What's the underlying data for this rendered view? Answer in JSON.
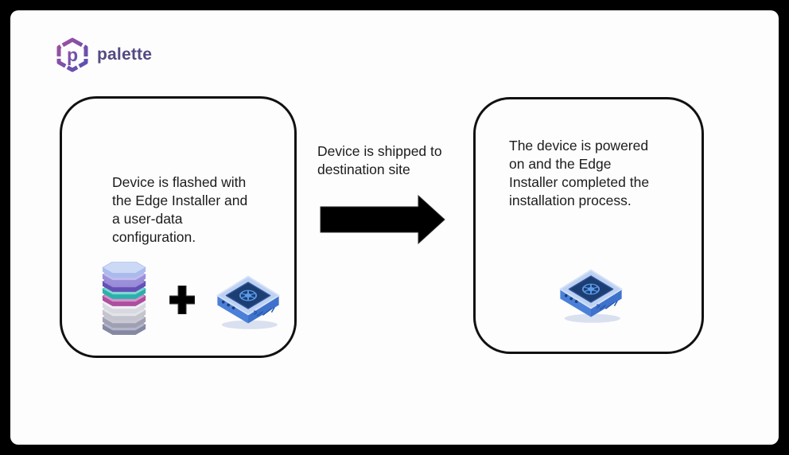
{
  "header": {
    "logo_text": "palette"
  },
  "diagram": {
    "left_box": {
      "lines": [
        "Device is flashed with",
        "the Edge Installer and",
        "a user-data",
        "configuration."
      ]
    },
    "transition": {
      "lines": [
        "Device is shipped to",
        "destination site"
      ]
    },
    "right_box": {
      "lines": [
        "The device is powered",
        "on and the Edge",
        "Installer completed the",
        "installation process."
      ]
    },
    "plus_sign": "+"
  },
  "colors": {
    "frame": "#000000",
    "canvas": "#fdfdfd",
    "text": "#1c1c1c",
    "box_border": "#111111",
    "arrow": "#000000",
    "brand_magenta": "#a2509e",
    "brand_indigo": "#5550b5",
    "brand_wordmark": "#544a82",
    "device_top": "#bdd1f3",
    "device_side_left": "#4b80d8",
    "device_side_right": "#3f72cc",
    "device_panel": "#1d3e73",
    "device_k8s_logo": "#5b9bea"
  },
  "icons": {
    "stack_layers": [
      {
        "face": "#a9bbec",
        "top": "#ccd9f6"
      },
      {
        "face": "#9a8fd9",
        "top": "#c2bbee"
      },
      {
        "face": "#6550b5",
        "top": "#9a8bd8"
      },
      {
        "face": "#2ab1ab",
        "top": "#7fd6d2"
      },
      {
        "face": "#ad4f9e",
        "top": "#d592ca"
      },
      {
        "face": "#d8d8e1",
        "top": "#efeff5"
      },
      {
        "face": "#c4c4cf",
        "top": "#e3e3ea"
      },
      {
        "face": "#a0a0b2",
        "top": "#c9c9d6"
      },
      {
        "face": "#8688a3",
        "top": "#b4b7cc"
      }
    ]
  }
}
